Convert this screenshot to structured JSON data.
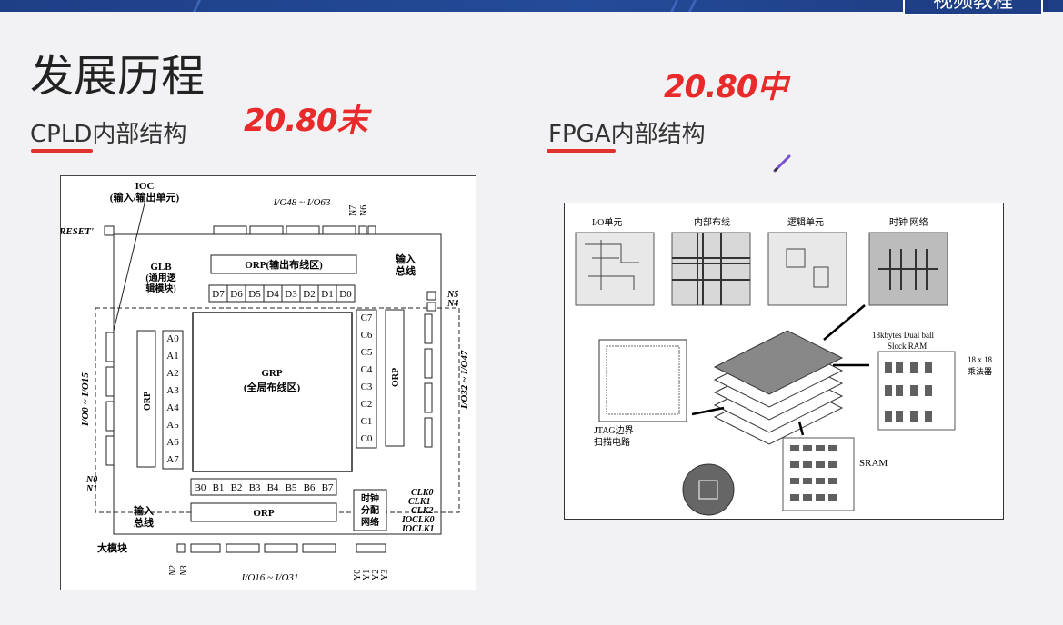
{
  "header": {
    "badge": "视频教程"
  },
  "slide": {
    "title": "发展历程",
    "cpld_label": "CPLD内部结构",
    "fpga_label": "FPGA内部结构",
    "annotation_left": "20.80末",
    "annotation_right": "20.80中"
  },
  "cpld": {
    "ioc": "IOC",
    "ioc_sub": "(输入/输出单元)",
    "io_top": "I/O48 ~ I/O63",
    "reset": "RESET'",
    "n7": "N7",
    "n6": "N6",
    "orp_top": "ORP(输出布线区)",
    "input_bus_r": "输入",
    "input_bus_r2": "总线",
    "glb": "GLB",
    "glb_sub1": "(通用逻",
    "glb_sub2": "辑模块)",
    "d_cells": [
      "D7",
      "D6",
      "D5",
      "D4",
      "D3",
      "D2",
      "D1",
      "D0"
    ],
    "n5": "N5",
    "n4": "N4",
    "a_cells": [
      "A0",
      "A1",
      "A2",
      "A3",
      "A4",
      "A5",
      "A6",
      "A7"
    ],
    "c_cells": [
      "C7",
      "C6",
      "C5",
      "C4",
      "C3",
      "C2",
      "C1",
      "C0"
    ],
    "b_cells": [
      "B0",
      "B1",
      "B2",
      "B3",
      "B4",
      "B5",
      "B6",
      "B7"
    ],
    "orp": "ORP",
    "grp": "GRP",
    "grp_sub": "(全局布线区)",
    "io_left": "I/O0 ~ I/O15",
    "io_right": "I/O32 ~ I/O47",
    "n0": "N0",
    "n1": "N1",
    "input_bus_l": "输入",
    "input_bus_l2": "总线",
    "clock1": "时钟",
    "clock2": "分配",
    "clock3": "网络",
    "clk": [
      "CLK0",
      "CLK1",
      "CLK2",
      "IOCLK0",
      "IOCLK1"
    ],
    "big_module": "大模块",
    "n2": "N2",
    "n3": "N3",
    "io_bottom": "I/O16 ~ I/O31",
    "y": [
      "Y0",
      "Y1",
      "Y2",
      "Y3"
    ]
  },
  "fpga": {
    "io_unit": "I/O单元",
    "routing": "内部布线",
    "logic_unit": "逻辑单元",
    "clock_net": "时钟 网络",
    "ram1": "18kbytes Dual ball",
    "ram2": "Slock RAM",
    "mult1": "18 x 18",
    "mult2": "乘法器",
    "jtag1": "JTAG边界",
    "jtag2": "扫描电路",
    "sram": "SRAM"
  }
}
